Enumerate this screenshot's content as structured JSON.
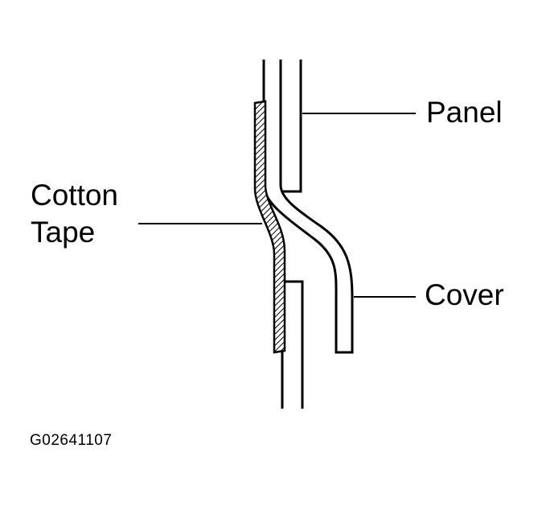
{
  "diagram": {
    "labels": {
      "panel": "Panel",
      "cotton_tape_line1": "Cotton",
      "cotton_tape_line2": "Tape",
      "cover": "Cover"
    },
    "figure_id": "G02641107"
  },
  "colors": {
    "line": "#000000",
    "background": "#ffffff"
  }
}
